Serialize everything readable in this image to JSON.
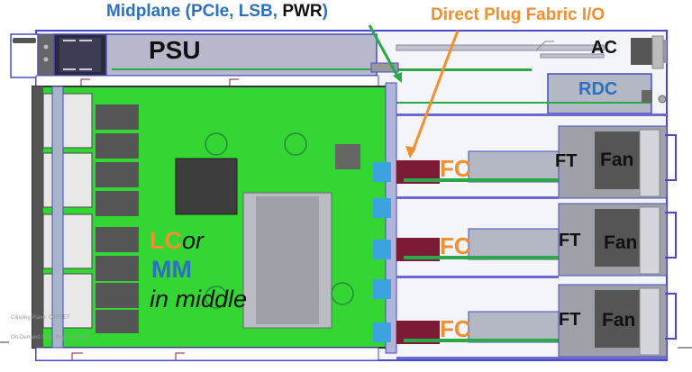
{
  "titles": {
    "midplane_prefix": "Midplane (PCIe, LSB, ",
    "midplane_pwr": "PWR",
    "midplane_suffix": ")",
    "direct_plug": "Direct Plug Fabric I/O"
  },
  "labels": {
    "psu": "PSU",
    "ac": "AC",
    "rdc": "RDC",
    "lc": "LC",
    "or": "or",
    "mm": "MM",
    "in_middle": "in middle",
    "fc": [
      "FC",
      "FC",
      "FC"
    ],
    "ft": [
      "FT",
      "FT",
      "FT"
    ],
    "fan": [
      "Fan",
      "Fan",
      "Fan"
    ]
  },
  "fine_print": {
    "line1": "Clipping Plane: OFFSET",
    "line2": "On-Demand Sync Rep:CHASSIS"
  },
  "colors": {
    "board_green": "#33d633",
    "blue_accent": "#2f6fbf",
    "orange_accent": "#f28f2e",
    "arrow_green": "#2aa84a",
    "fc_connector": "#7d1a35",
    "cyan_connector": "#3ba3e0",
    "chassis_outline": "#4a4ac8",
    "gray_module": "#b4b8c4"
  }
}
